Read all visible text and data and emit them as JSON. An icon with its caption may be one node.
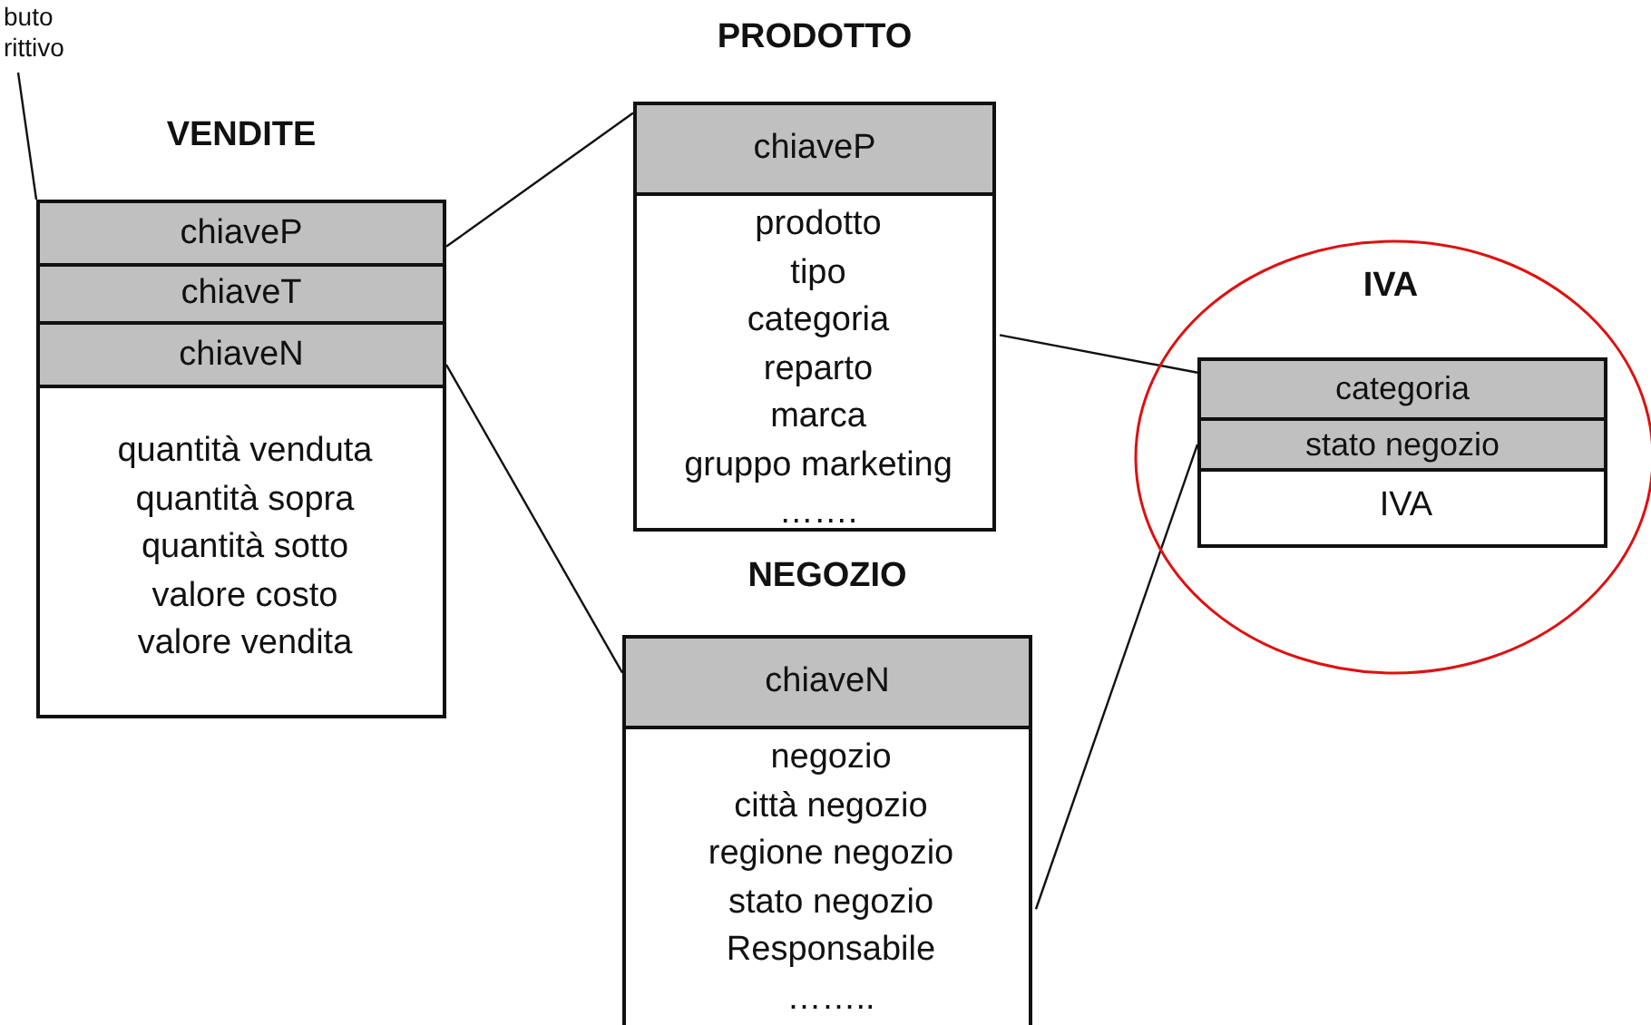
{
  "diagram": {
    "nodes": [
      {
        "text": [
          "buto rittivo"
        ]
      },
      {
        "text": [
          "VENDITE"
        ]
      },
      {
        "text": [
          "chiaveP"
        ],
        "in": 1
      },
      {
        "text": [
          "chiaveT"
        ],
        "in": 1
      },
      {
        "text": [
          "chiaveN"
        ],
        "in": 1
      },
      {
        "text": [
          "quantità venduta",
          "quantità sopra",
          "quantità sotto",
          "valore costo",
          "valore vendita"
        ],
        "in": 1
      },
      {
        "text": [
          "PRODOTTO"
        ]
      },
      {
        "text": [
          "chiaveP"
        ],
        "in": 6
      },
      {
        "text": [
          "prodotto",
          "tipo",
          "categoria",
          "reparto",
          "marca",
          "gruppo marketing",
          "……."
        ],
        "in": 6
      },
      {
        "text": [
          "IVA"
        ]
      },
      {
        "text": [],
        "shape": "box",
        "in": 9
      },
      {
        "text": [
          "categoria"
        ],
        "in": 10
      },
      {
        "text": [
          "stato negozio"
        ],
        "in": 10
      },
      {
        "text": [
          "IVA"
        ],
        "in": 10
      },
      {
        "text": [
          "NEGOZIO"
        ]
      },
      {
        "text": [
          "chiaveN"
        ],
        "in": 14
      },
      {
        "text": [
          "negozio",
          "città negozio",
          "regione negozio",
          "stato negozio",
          "Responsabile",
          "…….."
        ],
        "in": 14
      }
    ],
    "edges": [
      {
        "from": 0,
        "to": 1,
        "arrow": "none"
      },
      {
        "from": 2,
        "to": 7,
        "arrow": "none"
      },
      {
        "from": 4,
        "to": 15,
        "arrow": "none"
      },
      {
        "from": 8,
        "to": 11,
        "arrow": "none"
      },
      {
        "from": 16,
        "to": 12,
        "arrow": "none"
      }
    ]
  }
}
